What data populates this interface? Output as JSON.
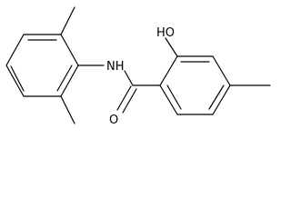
{
  "molecule": {
    "atom_labels": {
      "hydroxyl": "HO",
      "amide_nitrogen": "NH",
      "carbonyl_oxygen": "O"
    },
    "colors": {
      "bond": "#000000",
      "label": "#000000",
      "background": "#ffffff"
    }
  }
}
